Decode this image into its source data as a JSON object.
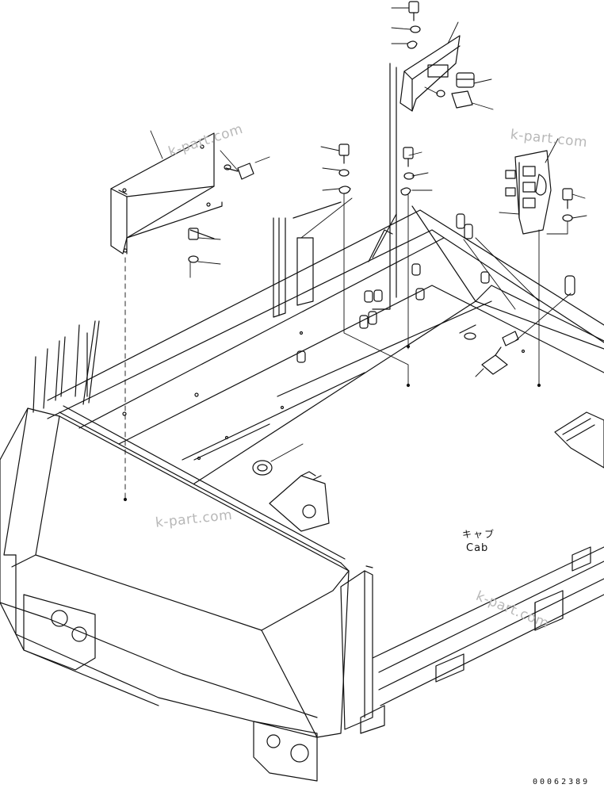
{
  "labels": {
    "cab_japanese": "キャブ",
    "cab_english": "Cab",
    "figure_number": "00062389"
  },
  "watermarks": [
    "k-part.com",
    "k-part.com",
    "k-part.com",
    "k-part.com"
  ]
}
